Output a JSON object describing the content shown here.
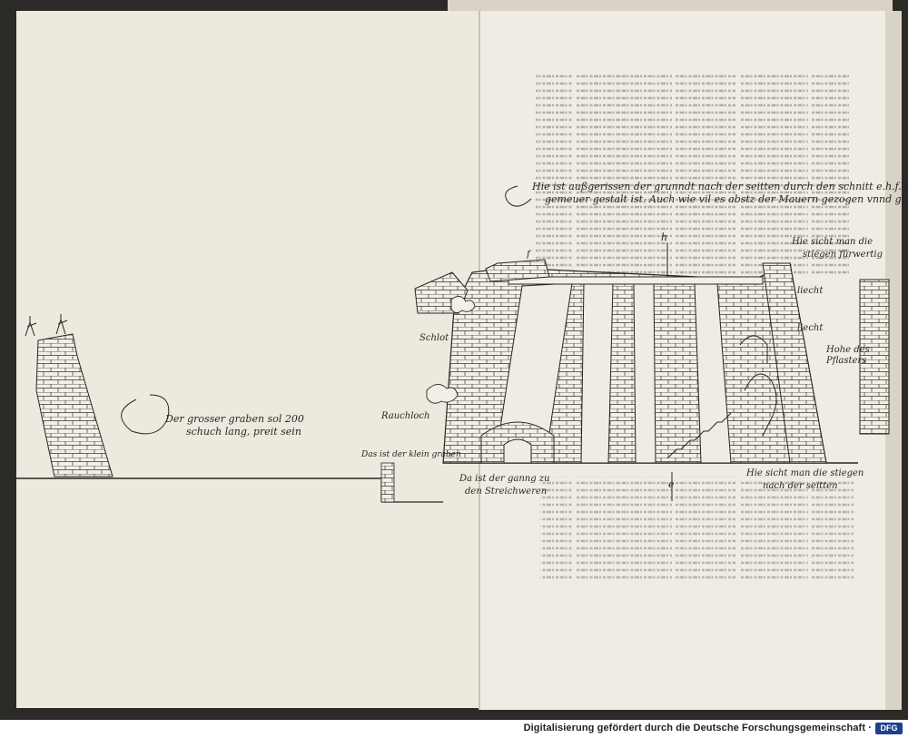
{
  "colors": {
    "paper": "#ece9df",
    "paper_right": "#efece3",
    "ink": "#2a2620",
    "bleed": "#9a958a",
    "background": "#2b2a27"
  },
  "labels": {
    "caption_line1": "Hie ist außgerissen der grunndt nach der seitten durch den schnitt e.h.f. wie das",
    "caption_line2": "gemeuer gestalt ist. Auch wie vil es abstz der Mauern gezogen vnnd gerad.",
    "letter_h": "h",
    "letter_f": "f",
    "letter_e": "e",
    "stairs_front_1": "Hie sicht man die",
    "stairs_front_2": "stiegen fürwertig",
    "liecht_1": "liecht",
    "liecht_2": "liecht",
    "pflaster_1": "Hohe des",
    "pflaster_2": "Pflasters",
    "schlot": "Schlot",
    "rauchloch": "Rauchloch",
    "graben_1": "Der grosser graben sol 200",
    "graben_2": "schuch lang, preit sein",
    "kleiner_graben": "Das ist der klein graben",
    "gang_1": "Da ist der ganng zu",
    "gang_2": "den Streichweren",
    "stairs_side_1": "Hie sicht man die stiegen",
    "stairs_side_2": "nach der seitten"
  },
  "footer": {
    "text": "Digitalisierung gefördert durch die Deutsche Forschungsgemeinschaft ·",
    "logo": "DFG"
  }
}
